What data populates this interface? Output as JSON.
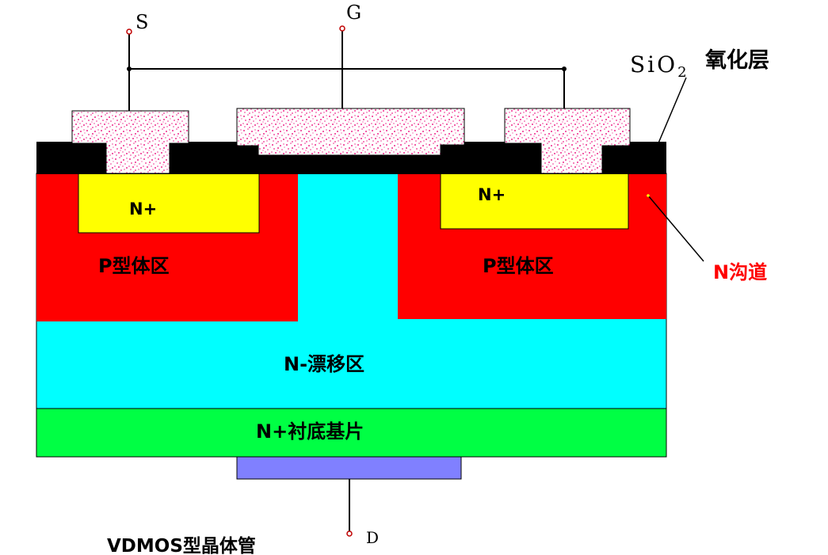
{
  "terminals": {
    "source": "S",
    "gate": "G",
    "drain": "D"
  },
  "oxide": {
    "formula_main": "SiO",
    "formula_sub": "2",
    "name": "氧化层"
  },
  "regions": {
    "n_plus_left": "N+",
    "n_plus_right": "N+",
    "p_body_left": "P型体区",
    "p_body_right": "P型体区",
    "n_drift": "N-漂移区",
    "substrate": "N+衬底基片",
    "n_channel": "N沟道"
  },
  "caption": "VDMOS型晶体管",
  "colors": {
    "p_body": "#ff0000",
    "n_plus": "#ffff00",
    "n_drift": "#00ffff",
    "substrate": "#00ff44",
    "drain_metal": "#8080ff",
    "oxide": "#000000",
    "contact_speckle": "#ee2a8c",
    "channel_label": "#ff0000"
  }
}
